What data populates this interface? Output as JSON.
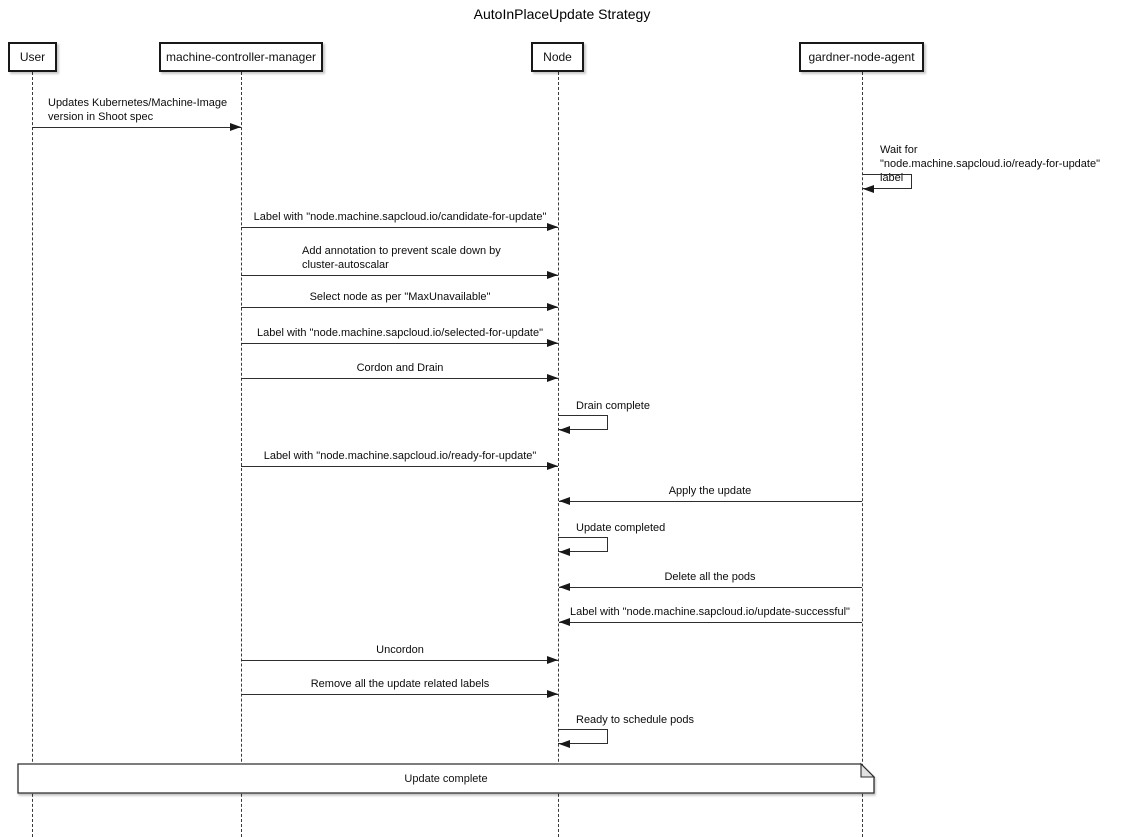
{
  "title": "AutoInPlaceUpdate Strategy",
  "participants": [
    {
      "name": "User"
    },
    {
      "name": "machine-controller-manager"
    },
    {
      "name": "Node"
    },
    {
      "name": "gardner-node-agent"
    }
  ],
  "messages": [
    {
      "from": "User",
      "to": "machine-controller-manager",
      "kind": "arrow",
      "text": "Updates Kubernetes/Machine-Image\nversion in Shoot spec"
    },
    {
      "from": "gardner-node-agent",
      "to": "gardner-node-agent",
      "kind": "self",
      "text": "Wait for\n\"node.machine.sapcloud.io/ready-for-update\" label"
    },
    {
      "from": "machine-controller-manager",
      "to": "Node",
      "kind": "arrow",
      "text": "Label with \"node.machine.sapcloud.io/candidate-for-update\""
    },
    {
      "from": "machine-controller-manager",
      "to": "Node",
      "kind": "arrow",
      "text": "Add annotation to prevent scale down by\ncluster-autoscalar"
    },
    {
      "from": "machine-controller-manager",
      "to": "Node",
      "kind": "arrow",
      "text": "Select node as per \"MaxUnavailable\""
    },
    {
      "from": "machine-controller-manager",
      "to": "Node",
      "kind": "arrow",
      "text": "Label with \"node.machine.sapcloud.io/selected-for-update\""
    },
    {
      "from": "machine-controller-manager",
      "to": "Node",
      "kind": "arrow",
      "text": "Cordon and Drain"
    },
    {
      "from": "Node",
      "to": "Node",
      "kind": "self",
      "text": "Drain complete"
    },
    {
      "from": "machine-controller-manager",
      "to": "Node",
      "kind": "arrow",
      "text": "Label with \"node.machine.sapcloud.io/ready-for-update\""
    },
    {
      "from": "gardner-node-agent",
      "to": "Node",
      "kind": "arrow",
      "text": "Apply the update"
    },
    {
      "from": "Node",
      "to": "Node",
      "kind": "self",
      "text": "Update completed"
    },
    {
      "from": "gardner-node-agent",
      "to": "Node",
      "kind": "arrow",
      "text": "Delete all the pods"
    },
    {
      "from": "gardner-node-agent",
      "to": "Node",
      "kind": "arrow",
      "text": "Label with \"node.machine.sapcloud.io/update-successful\""
    },
    {
      "from": "machine-controller-manager",
      "to": "Node",
      "kind": "arrow",
      "text": "Uncordon"
    },
    {
      "from": "machine-controller-manager",
      "to": "Node",
      "kind": "arrow",
      "text": "Remove all the update related labels"
    },
    {
      "from": "Node",
      "to": "Node",
      "kind": "self",
      "text": "Ready to schedule pods"
    }
  ],
  "note": {
    "text": "Update complete"
  },
  "colors": {
    "line": "#2e2e2e",
    "border": "#181818",
    "background": "#ffffff",
    "note_fold": "#e2e2e2"
  }
}
